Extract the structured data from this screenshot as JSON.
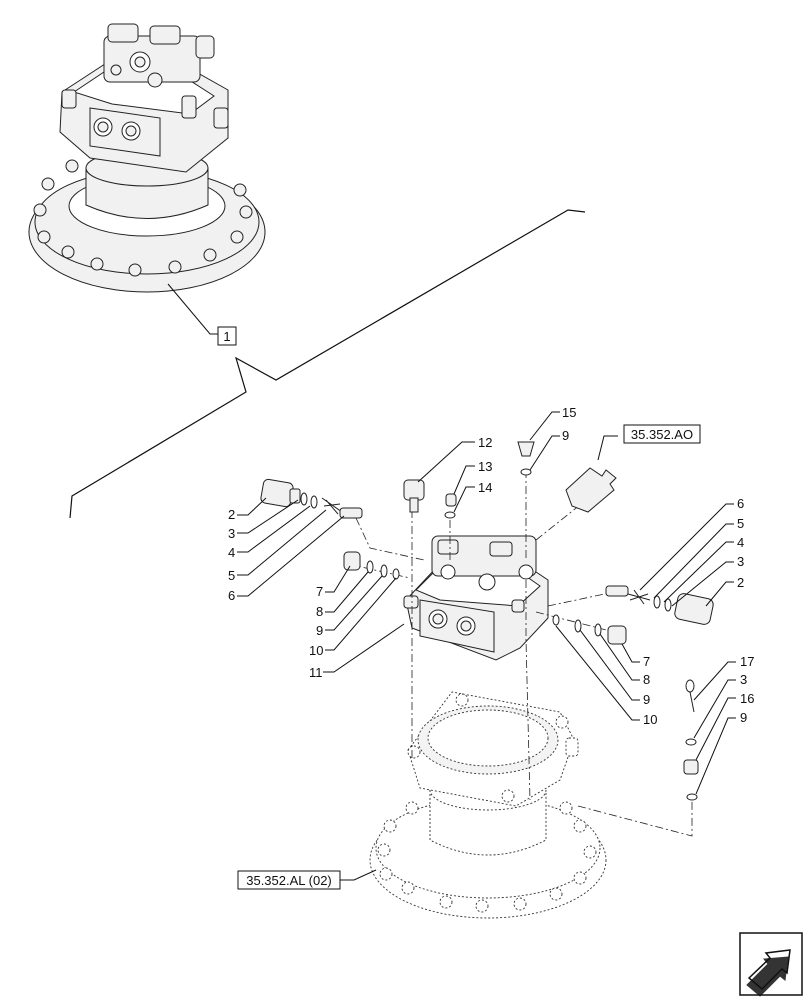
{
  "diagram": {
    "callouts": {
      "c2a": "2",
      "c3a": "3",
      "c4a": "4",
      "c5a": "5",
      "c6a": "6",
      "c7a": "7",
      "c8a": "8",
      "c9a": "9",
      "c10a": "10",
      "c11": "11",
      "c12": "12",
      "c13": "13",
      "c14": "14",
      "c15": "15",
      "c9b": "9",
      "c6b": "6",
      "c5b": "5",
      "c4b": "4",
      "c3b": "3",
      "c2b": "2",
      "c7b": "7",
      "c8b": "8",
      "c9c": "9",
      "c10b": "10",
      "c17": "17",
      "c3c": "3",
      "c16": "16",
      "c9d": "9"
    },
    "item_box": "1",
    "references": {
      "ao": "35.352.AO",
      "al": "35.352.AL (02)"
    },
    "nav_icon": "next-page-arrow-icon"
  }
}
